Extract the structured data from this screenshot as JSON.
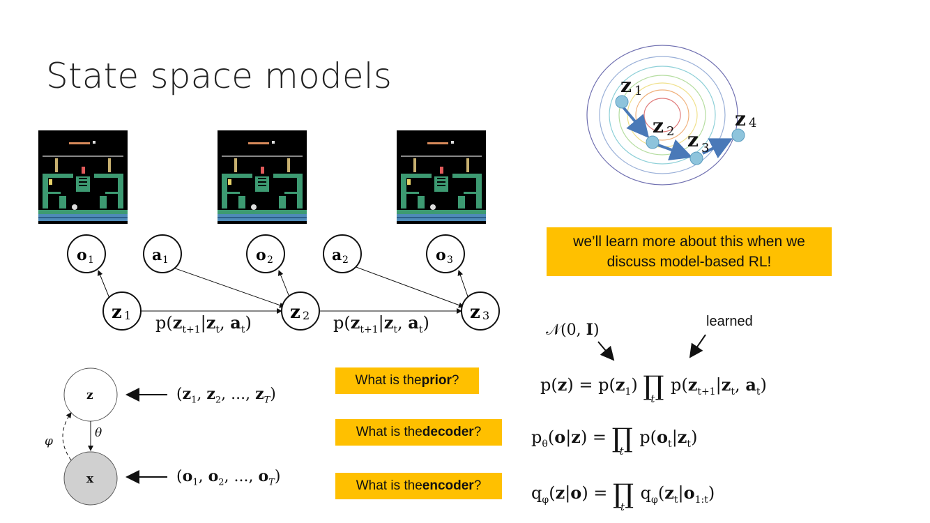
{
  "slide": {
    "title": "State space models"
  },
  "graphical_model": {
    "observations": [
      "o",
      "o",
      "o"
    ],
    "obs_subscripts": [
      "1",
      "2",
      "3"
    ],
    "actions": [
      "a",
      "a"
    ],
    "action_subscripts": [
      "1",
      "2"
    ],
    "latents": [
      "z",
      "z",
      "z"
    ],
    "latent_subscripts": [
      "1",
      "2",
      "3"
    ],
    "transition_label": "p(z_{t+1}|z_t, a_t)"
  },
  "orbit_diagram": {
    "points": [
      "z",
      "z",
      "z",
      "z"
    ],
    "point_subscripts": [
      "1",
      "2",
      "3",
      "4"
    ]
  },
  "callout": {
    "line1": "we’ll learn more about this when we",
    "line2": "discuss model-based RL!"
  },
  "vae": {
    "latent_node": "z",
    "observed_node": "x",
    "decoder_param": "θ",
    "encoder_param": "φ",
    "latent_sequence": "(z1, z2, ..., zT)",
    "observation_sequence": "(o1, o2, ..., oT)"
  },
  "questions": [
    {
      "prefix": "What is the ",
      "bold": "prior",
      "suffix": "?"
    },
    {
      "prefix": "What is the ",
      "bold": "decoder",
      "suffix": "?"
    },
    {
      "prefix": "What is the ",
      "bold": "encoder",
      "suffix": "?"
    }
  ],
  "equations": {
    "prior_note": "N(0, I)",
    "learned_note": "learned",
    "prior": "p(z) = p(z1) ∏t p(z_{t+1}|z_t, a_t)",
    "decoder": "pθ(o|z) = ∏t p(o_t|z_t)",
    "encoder": "qφ(z|o) = ∏t qφ(z_t|o_{1:t})"
  },
  "colors": {
    "callout_bg": "#FFC000",
    "observed_fill": "#d0d0d0",
    "arrow_blue": "#4a79b8",
    "point_fill": "#8ec4dc",
    "frame_green": "#3d9a72"
  }
}
